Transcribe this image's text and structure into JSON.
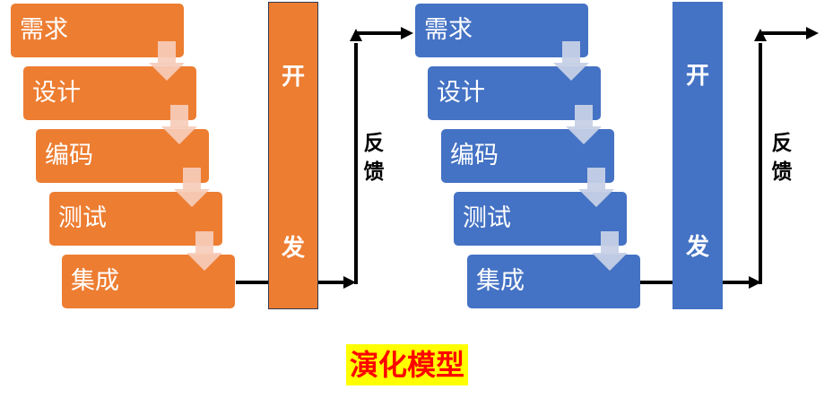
{
  "title": "演化模型",
  "colors": {
    "orange": "#ED7D31",
    "blue": "#4472C4",
    "caption_bg": "#FFFF00",
    "caption_fg": "#FF0000"
  },
  "iteration1": {
    "steps": [
      "需求",
      "设计",
      "编码",
      "测试",
      "集成"
    ],
    "dev_bar": [
      "开",
      "发"
    ],
    "feedback": [
      "反",
      "馈"
    ]
  },
  "iteration2": {
    "steps": [
      "需求",
      "设计",
      "编码",
      "测试",
      "集成"
    ],
    "dev_bar": [
      "开",
      "发"
    ],
    "feedback": [
      "反",
      "馈"
    ]
  }
}
